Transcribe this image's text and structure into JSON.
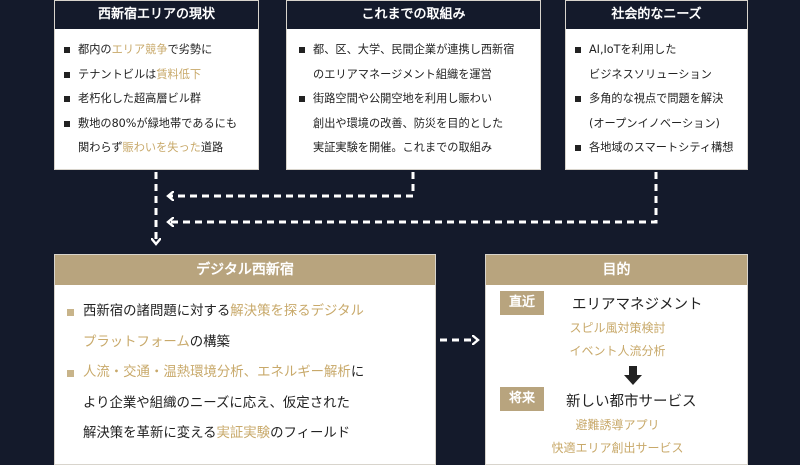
{
  "current_state": {
    "title": "西新宿エリアの現状",
    "items": [
      {
        "l1_a": "都内の",
        "l1_h": "エリア競争",
        "l1_b": "で劣勢に"
      },
      {
        "l1_a": "テナントビルは",
        "l1_h": "賃料低下",
        "l1_b": ""
      },
      {
        "l1_a": "老朽化した超高層ビル群",
        "l1_h": "",
        "l1_b": ""
      },
      {
        "l1_a": "敷地の80%が緑地帯であるにも",
        "l2_a": "関わらず",
        "l2_h": "賑わいを失った",
        "l2_b": "道路"
      }
    ]
  },
  "efforts": {
    "title": "これまでの取組み",
    "items": [
      {
        "l1": "都、区、大学、民間企業が連携し西新宿",
        "l2": "のエリアマネージメント組織を運営"
      },
      {
        "l1": "街路空間や公開空地を利用し賑わい",
        "l2": "創出や環境の改善、防災を目的とした",
        "l3": "実証実験を開催。これまでの取組み"
      }
    ]
  },
  "needs": {
    "title": "社会的なニーズ",
    "items": [
      {
        "l1": "AI,IoTを利用した",
        "l2": "ビジネスソリューション"
      },
      {
        "l1": "多角的な視点で問題を解決",
        "l2": "(オープンイノベーション)"
      },
      {
        "l1": "各地域のスマートシティ構想"
      }
    ]
  },
  "digital": {
    "title": "デジタル西新宿",
    "items": [
      {
        "l1_a": "西新宿の諸問題に対する",
        "l1_h": "解決策を探るデジタル",
        "l2_h": "プラットフォーム",
        "l2_b": "の構築"
      },
      {
        "l1_h": "人流・交通・温熱環境分析、エネルギー解析",
        "l1_b": "に",
        "l2": "より企業や組織のニーズに応え、仮定された",
        "l3_a": "解決策を革新に変える",
        "l3_h": "実証実験",
        "l3_b": "のフィールド"
      }
    ]
  },
  "goals": {
    "title": "目的",
    "near": {
      "tag": "直近",
      "main": "エリアマネジメント",
      "subs": [
        "スピル風対策検討",
        "イベント人流分析"
      ]
    },
    "future": {
      "tag": "将来",
      "main": "新しい都市サービス",
      "subs": [
        "避難誘導アプリ",
        "快適エリア創出サービス"
      ]
    }
  }
}
